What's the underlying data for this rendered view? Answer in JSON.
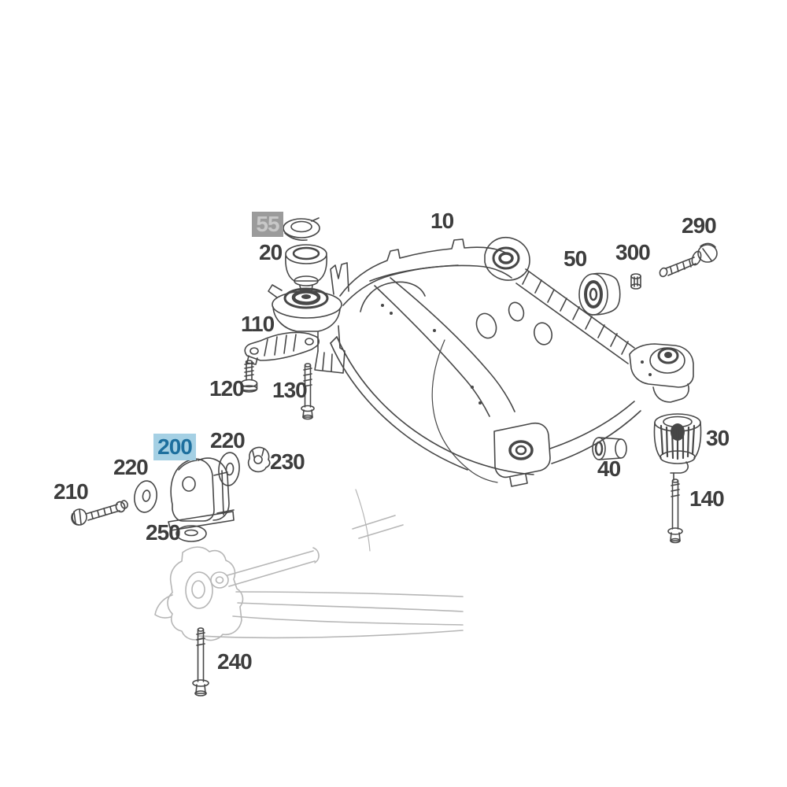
{
  "diagram_title": "rear-axle-crossmember-exploded-parts-diagram",
  "canvas": {
    "background": "#ffffff",
    "line_color": "#474747",
    "faded_line_color": "#b6b6b6",
    "label_color": "#3d3d3d"
  },
  "highlights": {
    "gray": {
      "bg": "#9b9b9b",
      "text": "#c8c8c8"
    },
    "blue": {
      "bg": "#a5d0e4",
      "text": "#1d6f9e"
    }
  },
  "labels": [
    {
      "id": "55",
      "text": "55",
      "highlight": "gray"
    },
    {
      "id": "20",
      "text": "20",
      "highlight": "none"
    },
    {
      "id": "10",
      "text": "10",
      "highlight": "none"
    },
    {
      "id": "50",
      "text": "50",
      "highlight": "none"
    },
    {
      "id": "300",
      "text": "300",
      "highlight": "none"
    },
    {
      "id": "290",
      "text": "290",
      "highlight": "none"
    },
    {
      "id": "110",
      "text": "110",
      "highlight": "none"
    },
    {
      "id": "120",
      "text": "120",
      "highlight": "none"
    },
    {
      "id": "130",
      "text": "130",
      "highlight": "none"
    },
    {
      "id": "200",
      "text": "200",
      "highlight": "blue"
    },
    {
      "id": "220-right",
      "text": "220",
      "highlight": "none"
    },
    {
      "id": "230",
      "text": "230",
      "highlight": "none"
    },
    {
      "id": "220-left",
      "text": "220",
      "highlight": "none"
    },
    {
      "id": "210",
      "text": "210",
      "highlight": "none"
    },
    {
      "id": "250",
      "text": "250",
      "highlight": "none"
    },
    {
      "id": "240",
      "text": "240",
      "highlight": "none"
    },
    {
      "id": "40",
      "text": "40",
      "highlight": "none"
    },
    {
      "id": "30",
      "text": "30",
      "highlight": "none"
    },
    {
      "id": "140",
      "text": "140",
      "highlight": "none"
    }
  ]
}
